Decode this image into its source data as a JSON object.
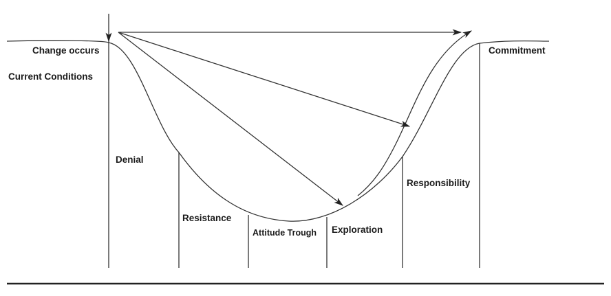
{
  "labels": {
    "change_occurs": "Change occurs",
    "current_conditions": "Current Conditions",
    "commitment": "Commitment",
    "denial": "Denial",
    "resistance": "Resistance",
    "attitude_trough": "Attitude Trough",
    "exploration": "Exploration",
    "responsibility": "Responsibility"
  },
  "colors": {
    "line": "#333333",
    "text": "#1a1a1a"
  }
}
